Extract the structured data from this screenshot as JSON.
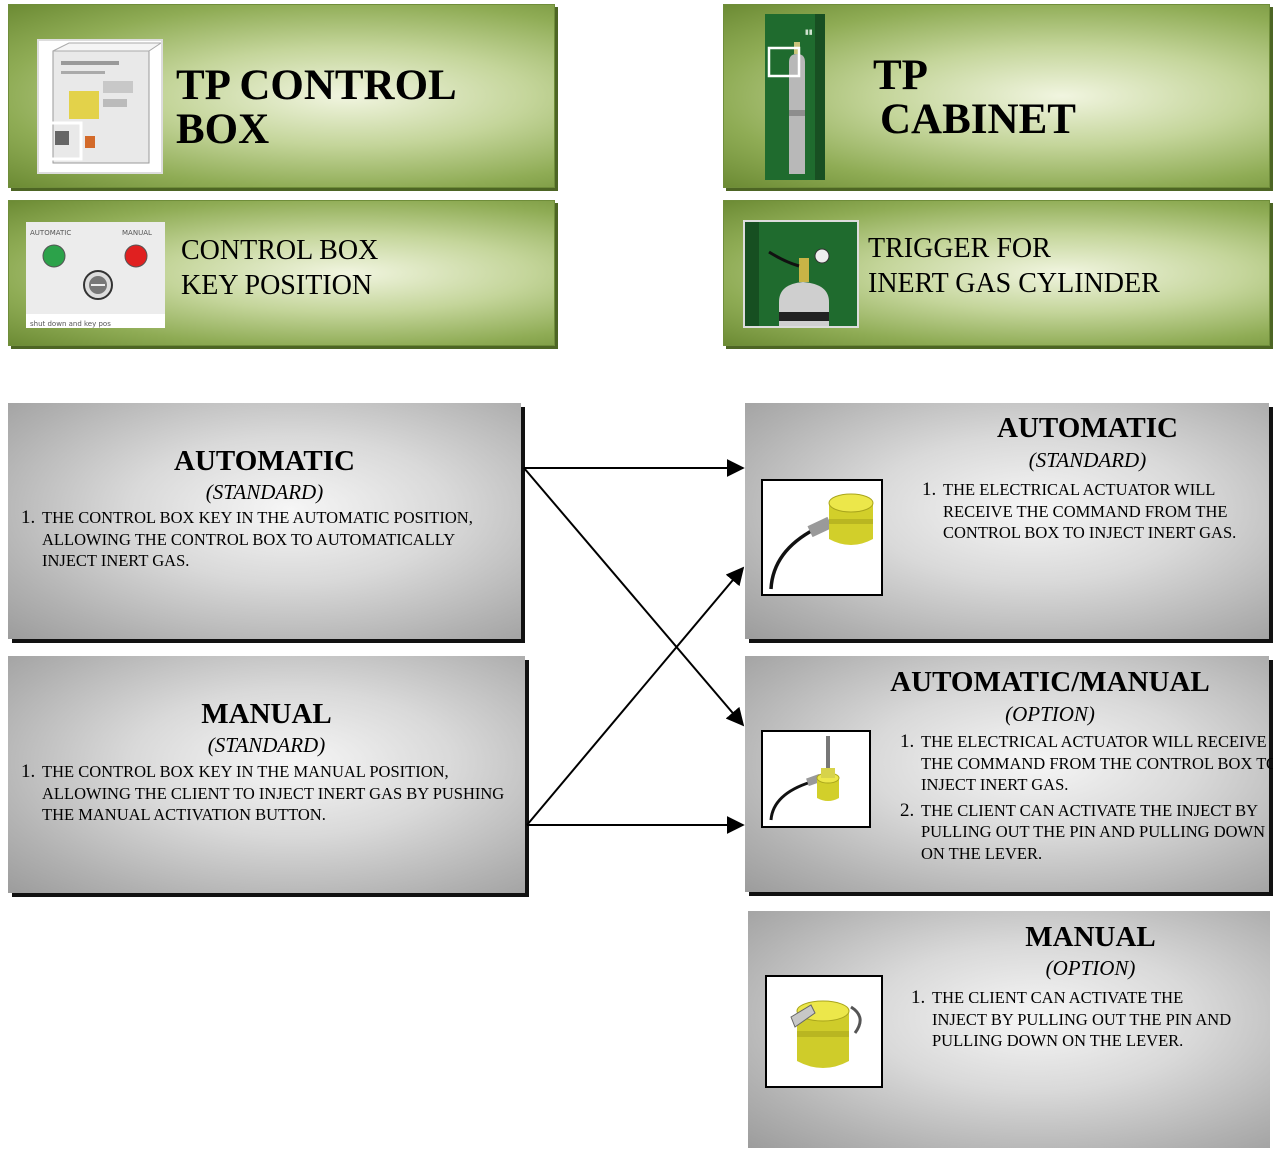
{
  "header": {
    "control_box_title_line1": "TP CONTROL",
    "control_box_title_line2": "BOX",
    "cabinet_title_line1": "TP",
    "cabinet_title_line2": "CABINET",
    "key_position_line1": "CONTROL BOX",
    "key_position_line2": "KEY POSITION",
    "trigger_line1": "TRIGGER FOR",
    "trigger_line2": "INERT GAS CYLINDER"
  },
  "control_box_modes": [
    {
      "title": "AUTOMATIC",
      "subtitle": "(STANDARD)",
      "items": [
        "THE CONTROL BOX KEY IN THE AUTOMATIC POSITION, ALLOWING THE CONTROL BOX TO AUTOMATICALLY INJECT INERT GAS."
      ]
    },
    {
      "title": "MANUAL",
      "subtitle": "(STANDARD)",
      "items": [
        "THE CONTROL BOX KEY IN THE MANUAL POSITION, ALLOWING THE CLIENT TO INJECT INERT GAS BY PUSHING THE MANUAL ACTIVATION BUTTON."
      ]
    }
  ],
  "trigger_modes": [
    {
      "title": "AUTOMATIC",
      "subtitle": "(STANDARD)",
      "items": [
        "THE ELECTRICAL ACTUATOR WILL RECEIVE THE COMMAND FROM THE CONTROL BOX TO INJECT INERT GAS."
      ]
    },
    {
      "title": "AUTOMATIC/MANUAL",
      "subtitle": "(OPTION)",
      "items": [
        "THE ELECTRICAL ACTUATOR WILL RECEIVE THE COMMAND FROM THE CONTROL BOX TO INJECT INERT GAS.",
        "THE CLIENT CAN ACTIVATE THE INJECT BY PULLING OUT THE PIN AND PULLING DOWN ON THE LEVER."
      ]
    },
    {
      "title": "MANUAL",
      "subtitle": "(OPTION)",
      "items": [
        "THE CLIENT CAN ACTIVATE THE INJECT BY PULLING OUT THE PIN AND PULLING DOWN ON THE LEVER."
      ]
    }
  ],
  "colors": {
    "header_green": "#8fac55",
    "mode_gray": "#b1b1b1",
    "actuator_yellow": "#d6d62a",
    "cabinet_green": "#1f6b2e"
  },
  "icons": {
    "control_box": "control-box-image",
    "cabinet": "cabinet-cylinder-image",
    "key_panel": "key-panel-image",
    "trigger": "cylinder-trigger-image",
    "actuator_electric": "electric-actuator-image",
    "actuator_combo": "combo-actuator-image",
    "actuator_manual": "manual-actuator-image"
  }
}
